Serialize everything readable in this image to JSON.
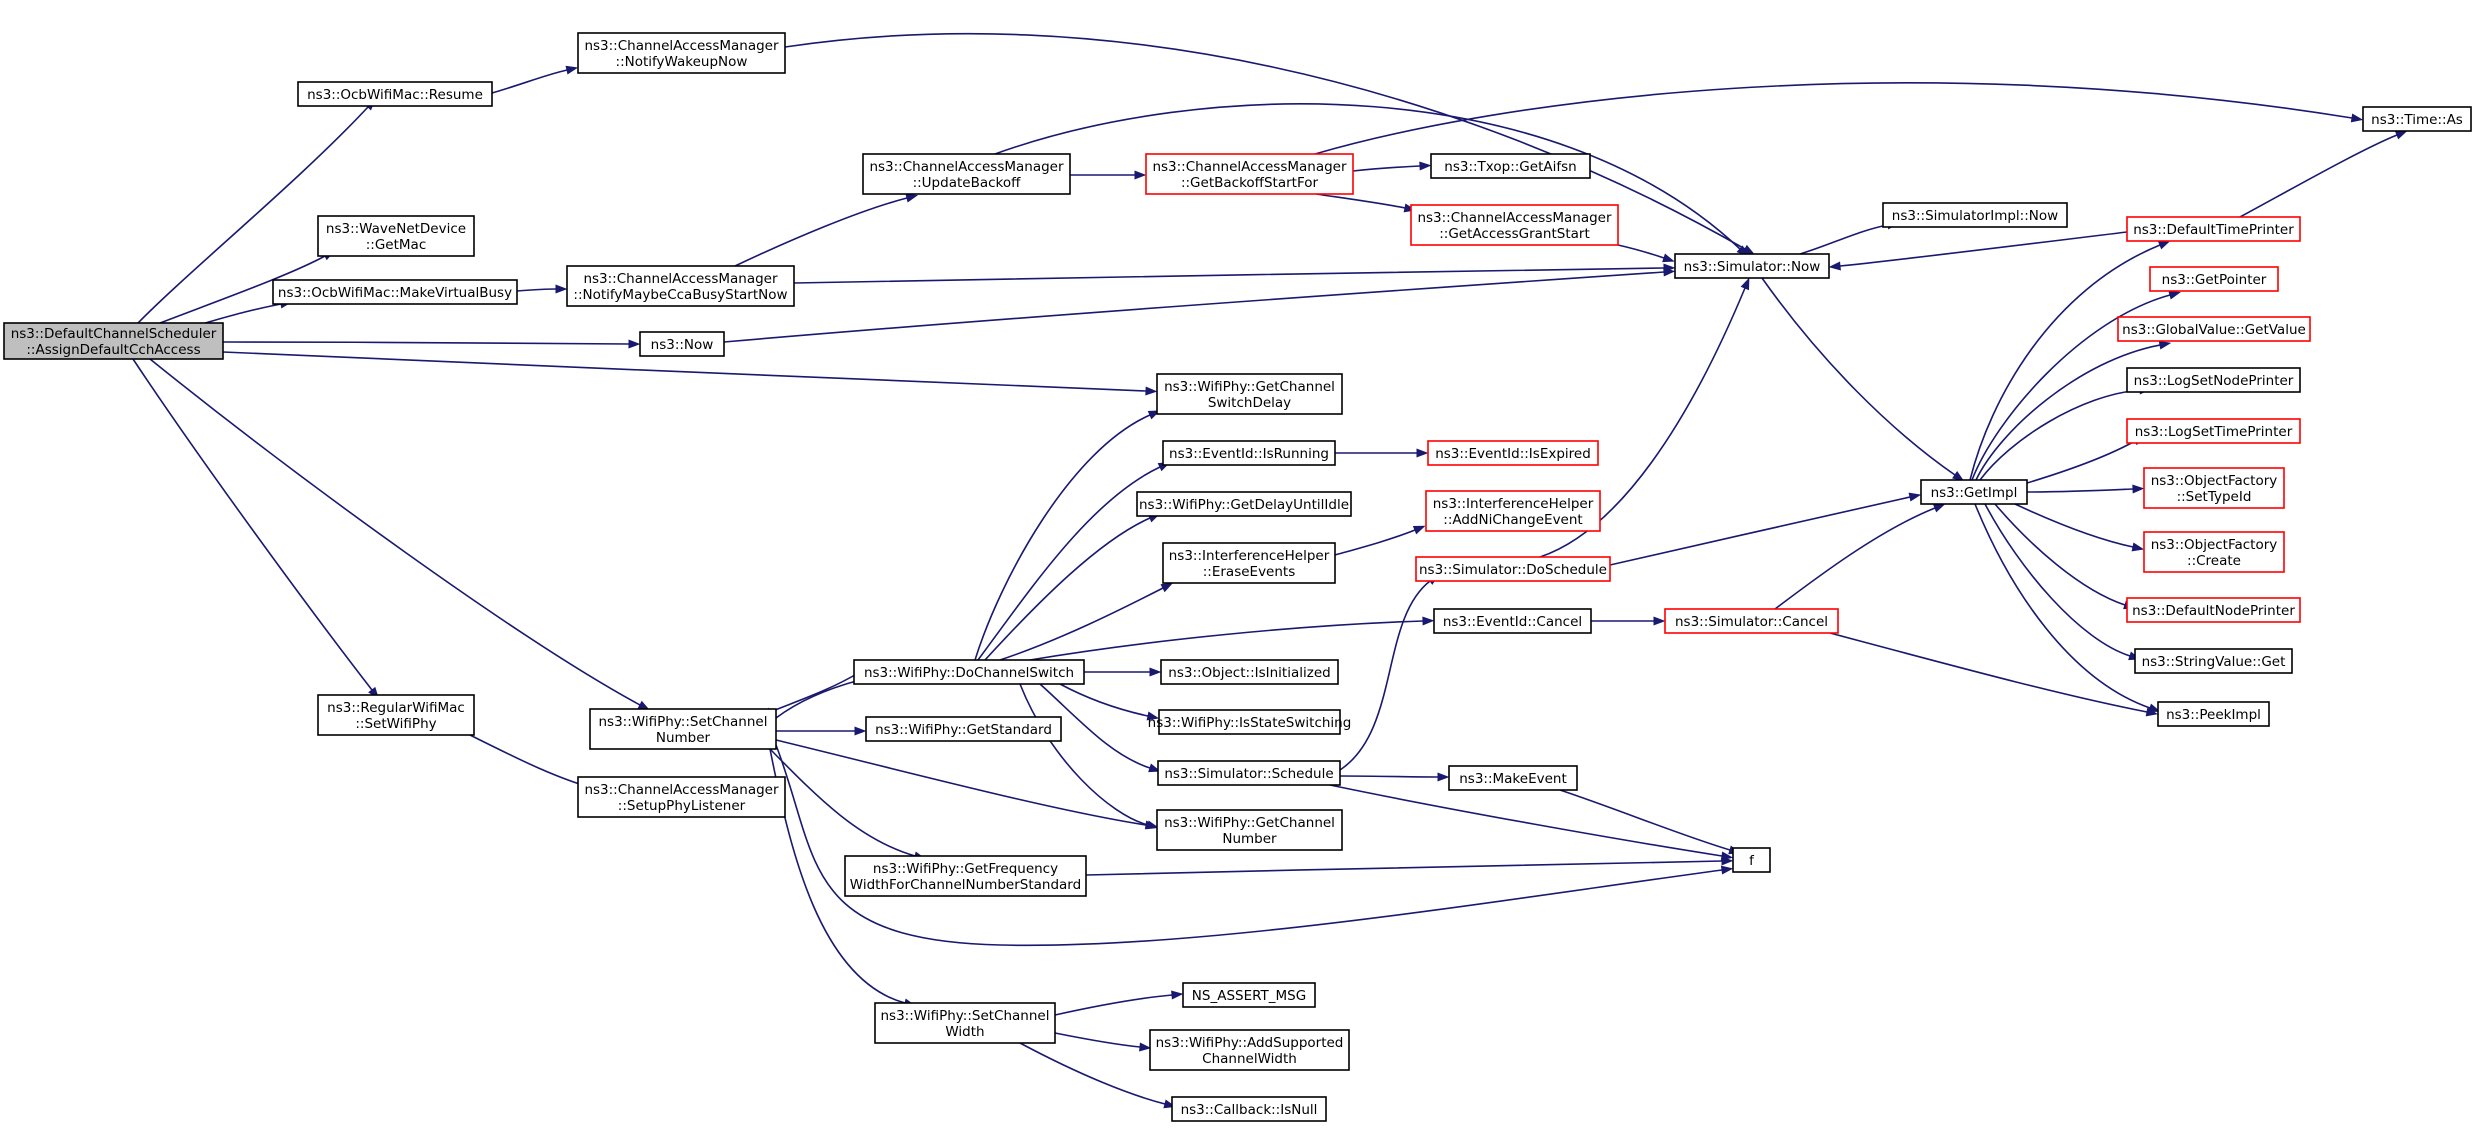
{
  "colors": {
    "edge": "#191970",
    "normal_border": "#000000",
    "truncated_border": "#ff0000",
    "root_fill": "#bfbfbf"
  },
  "nodes": [
    {
      "id": "root",
      "lines": [
        "ns3::DefaultChannelScheduler",
        "::AssignDefaultCchAccess"
      ],
      "style": "root"
    },
    {
      "id": "resume",
      "lines": [
        "ns3::OcbWifiMac::Resume"
      ],
      "style": "normal"
    },
    {
      "id": "notifyWakeup",
      "lines": [
        "ns3::ChannelAccessManager",
        "::NotifyWakeupNow"
      ],
      "style": "normal"
    },
    {
      "id": "getMac",
      "lines": [
        "ns3::WaveNetDevice",
        "::GetMac"
      ],
      "style": "normal"
    },
    {
      "id": "makeVirtualBusy",
      "lines": [
        "ns3::OcbWifiMac::MakeVirtualBusy"
      ],
      "style": "normal"
    },
    {
      "id": "notifyCca",
      "lines": [
        "ns3::ChannelAccessManager",
        "::NotifyMaybeCcaBusyStartNow"
      ],
      "style": "normal"
    },
    {
      "id": "now",
      "lines": [
        "ns3::Now"
      ],
      "style": "normal"
    },
    {
      "id": "updateBackoff",
      "lines": [
        "ns3::ChannelAccessManager",
        "::UpdateBackoff"
      ],
      "style": "normal"
    },
    {
      "id": "getBackoffStart",
      "lines": [
        "ns3::ChannelAccessManager",
        "::GetBackoffStartFor"
      ],
      "style": "truncated"
    },
    {
      "id": "getAifsn",
      "lines": [
        "ns3::Txop::GetAifsn"
      ],
      "style": "normal"
    },
    {
      "id": "getAccessGrant",
      "lines": [
        "ns3::ChannelAccessManager",
        "::GetAccessGrantStart"
      ],
      "style": "truncated"
    },
    {
      "id": "simImplNow",
      "lines": [
        "ns3::SimulatorImpl::Now"
      ],
      "style": "normal"
    },
    {
      "id": "simNow",
      "lines": [
        "ns3::Simulator::Now"
      ],
      "style": "normal"
    },
    {
      "id": "timeAs",
      "lines": [
        "ns3::Time::As"
      ],
      "style": "normal"
    },
    {
      "id": "defTimePrinter",
      "lines": [
        "ns3::DefaultTimePrinter"
      ],
      "style": "truncated"
    },
    {
      "id": "getPointer",
      "lines": [
        "ns3::GetPointer"
      ],
      "style": "truncated"
    },
    {
      "id": "gvGetValue",
      "lines": [
        "ns3::GlobalValue::GetValue"
      ],
      "style": "truncated"
    },
    {
      "id": "logNode",
      "lines": [
        "ns3::LogSetNodePrinter"
      ],
      "style": "normal"
    },
    {
      "id": "logTime",
      "lines": [
        "ns3::LogSetTimePrinter"
      ],
      "style": "truncated"
    },
    {
      "id": "ofSetTypeId",
      "lines": [
        "ns3::ObjectFactory",
        "::SetTypeId"
      ],
      "style": "truncated"
    },
    {
      "id": "ofCreate",
      "lines": [
        "ns3::ObjectFactory",
        "::Create"
      ],
      "style": "truncated"
    },
    {
      "id": "defNodePrinter",
      "lines": [
        "ns3::DefaultNodePrinter"
      ],
      "style": "truncated"
    },
    {
      "id": "stringGet",
      "lines": [
        "ns3::StringValue::Get"
      ],
      "style": "normal"
    },
    {
      "id": "peekImpl",
      "lines": [
        "ns3::PeekImpl"
      ],
      "style": "normal"
    },
    {
      "id": "getImpl",
      "lines": [
        "ns3::GetImpl"
      ],
      "style": "normal"
    },
    {
      "id": "switchDelay",
      "lines": [
        "ns3::WifiPhy::GetChannel",
        "SwitchDelay"
      ],
      "style": "normal"
    },
    {
      "id": "isRunning",
      "lines": [
        "ns3::EventId::IsRunning"
      ],
      "style": "normal"
    },
    {
      "id": "isExpired",
      "lines": [
        "ns3::EventId::IsExpired"
      ],
      "style": "truncated"
    },
    {
      "id": "delayIdle",
      "lines": [
        "ns3::WifiPhy::GetDelayUntilIdle"
      ],
      "style": "normal"
    },
    {
      "id": "addNi",
      "lines": [
        "ns3::InterferenceHelper",
        "::AddNiChangeEvent"
      ],
      "style": "truncated"
    },
    {
      "id": "erase",
      "lines": [
        "ns3::InterferenceHelper",
        "::EraseEvents"
      ],
      "style": "normal"
    },
    {
      "id": "doSchedule",
      "lines": [
        "ns3::Simulator::DoSchedule"
      ],
      "style": "truncated"
    },
    {
      "id": "eventCancel",
      "lines": [
        "ns3::EventId::Cancel"
      ],
      "style": "normal"
    },
    {
      "id": "simCancel",
      "lines": [
        "ns3::Simulator::Cancel"
      ],
      "style": "truncated"
    },
    {
      "id": "doSwitch",
      "lines": [
        "ns3::WifiPhy::DoChannelSwitch"
      ],
      "style": "normal"
    },
    {
      "id": "isInit",
      "lines": [
        "ns3::Object::IsInitialized"
      ],
      "style": "normal"
    },
    {
      "id": "stateSwitch",
      "lines": [
        "ns3::WifiPhy::IsStateSwitching"
      ],
      "style": "normal"
    },
    {
      "id": "regSetPhy",
      "lines": [
        "ns3::RegularWifiMac",
        "::SetWifiPhy"
      ],
      "style": "normal"
    },
    {
      "id": "setChannelNum",
      "lines": [
        "ns3::WifiPhy::SetChannel",
        "Number"
      ],
      "style": "normal"
    },
    {
      "id": "getStandard",
      "lines": [
        "ns3::WifiPhy::GetStandard"
      ],
      "style": "normal"
    },
    {
      "id": "schedule",
      "lines": [
        "ns3::Simulator::Schedule"
      ],
      "style": "normal"
    },
    {
      "id": "makeEvent",
      "lines": [
        "ns3::MakeEvent"
      ],
      "style": "normal"
    },
    {
      "id": "setupPhy",
      "lines": [
        "ns3::ChannelAccessManager",
        "::SetupPhyListener"
      ],
      "style": "normal"
    },
    {
      "id": "getChanNum",
      "lines": [
        "ns3::WifiPhy::GetChannel",
        "Number"
      ],
      "style": "normal"
    },
    {
      "id": "freqWidth",
      "lines": [
        "ns3::WifiPhy::GetFrequency",
        "WidthForChannelNumberStandard"
      ],
      "style": "normal"
    },
    {
      "id": "f",
      "lines": [
        "f"
      ],
      "style": "normal"
    },
    {
      "id": "setWidth",
      "lines": [
        "ns3::WifiPhy::SetChannel",
        "Width"
      ],
      "style": "normal"
    },
    {
      "id": "assertMsg",
      "lines": [
        "NS_ASSERT_MSG"
      ],
      "style": "normal"
    },
    {
      "id": "addSupported",
      "lines": [
        "ns3::WifiPhy::AddSupported",
        "ChannelWidth"
      ],
      "style": "normal"
    },
    {
      "id": "isNull",
      "lines": [
        "ns3::Callback::IsNull"
      ],
      "style": "normal"
    }
  ]
}
